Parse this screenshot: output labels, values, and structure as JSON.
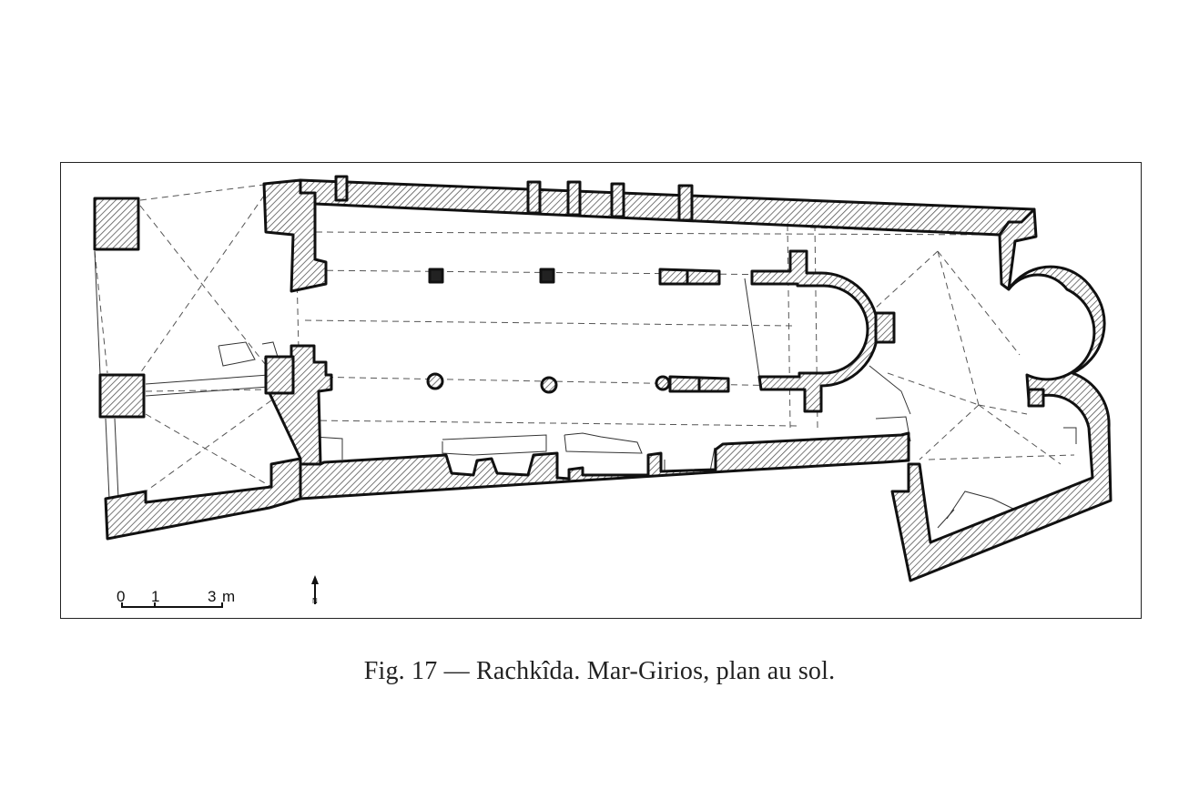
{
  "caption": "Fig. 17 — Rachkîda. Mar-Girios, plan au sol.",
  "scale_bar": {
    "ticks": [
      "0",
      "1",
      "3"
    ],
    "unit": "m"
  },
  "north_arrow": {
    "label": "N"
  }
}
